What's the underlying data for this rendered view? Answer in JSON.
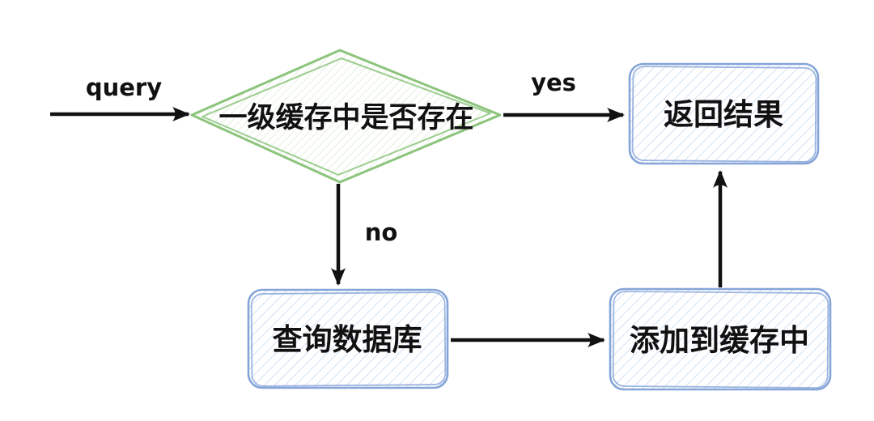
{
  "diagram": {
    "description": "Hand-drawn style flowchart of a level-1 cache lookup process",
    "background": "#ffffff",
    "colors": {
      "decision_stroke": "#8cc47c",
      "decision_hatch": "#d6e9cf",
      "process_stroke": "#85a4d8",
      "process_hatch": "#ccdbf2",
      "arrow": "#111111",
      "text": "#111111"
    },
    "nodes": [
      {
        "id": "cache-check",
        "type": "decision-diamond",
        "label": "一级缓存中是否存在"
      },
      {
        "id": "return-result",
        "type": "process-rect",
        "label": "返回结果"
      },
      {
        "id": "query-db",
        "type": "process-rect",
        "label": "查询数据库"
      },
      {
        "id": "add-to-cache",
        "type": "process-rect",
        "label": "添加到缓存中"
      }
    ],
    "edges": [
      {
        "id": "query-edge",
        "label": "query",
        "from": "start",
        "to": "cache-check"
      },
      {
        "id": "yes-edge",
        "label": "yes",
        "from": "cache-check",
        "to": "return-result"
      },
      {
        "id": "no-edge",
        "label": "no",
        "from": "cache-check",
        "to": "query-db"
      },
      {
        "id": "db-to-cache-edge",
        "label": "",
        "from": "query-db",
        "to": "add-to-cache"
      },
      {
        "id": "cache-to-result-edge",
        "label": "",
        "from": "add-to-cache",
        "to": "return-result"
      }
    ]
  }
}
